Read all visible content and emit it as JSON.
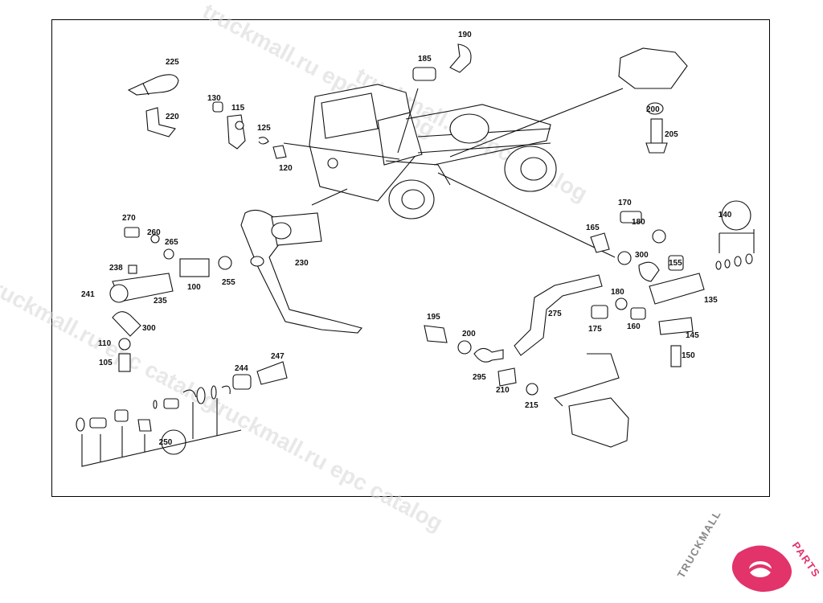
{
  "diagram": {
    "part_numbers": [
      "225",
      "220",
      "130",
      "115",
      "125",
      "120",
      "185",
      "190",
      "200",
      "205",
      "230",
      "270",
      "260",
      "265",
      "238",
      "241",
      "235",
      "100",
      "255",
      "110",
      "300",
      "105",
      "244",
      "247",
      "250",
      "170",
      "180",
      "165",
      "155",
      "140",
      "135",
      "175",
      "160",
      "145",
      "150",
      "195",
      "295",
      "210",
      "215",
      "275"
    ]
  },
  "watermarks": [
    "truckmall.ru epc catalog",
    "truckmall.ru epc catalog",
    "truckmall.ru epc catalog",
    "truckmall.ru epc catalog"
  ],
  "logo": {
    "text_primary": "TRUCKMALL",
    "text_accent": "PARTS",
    "accent_color": "#e2336b"
  }
}
